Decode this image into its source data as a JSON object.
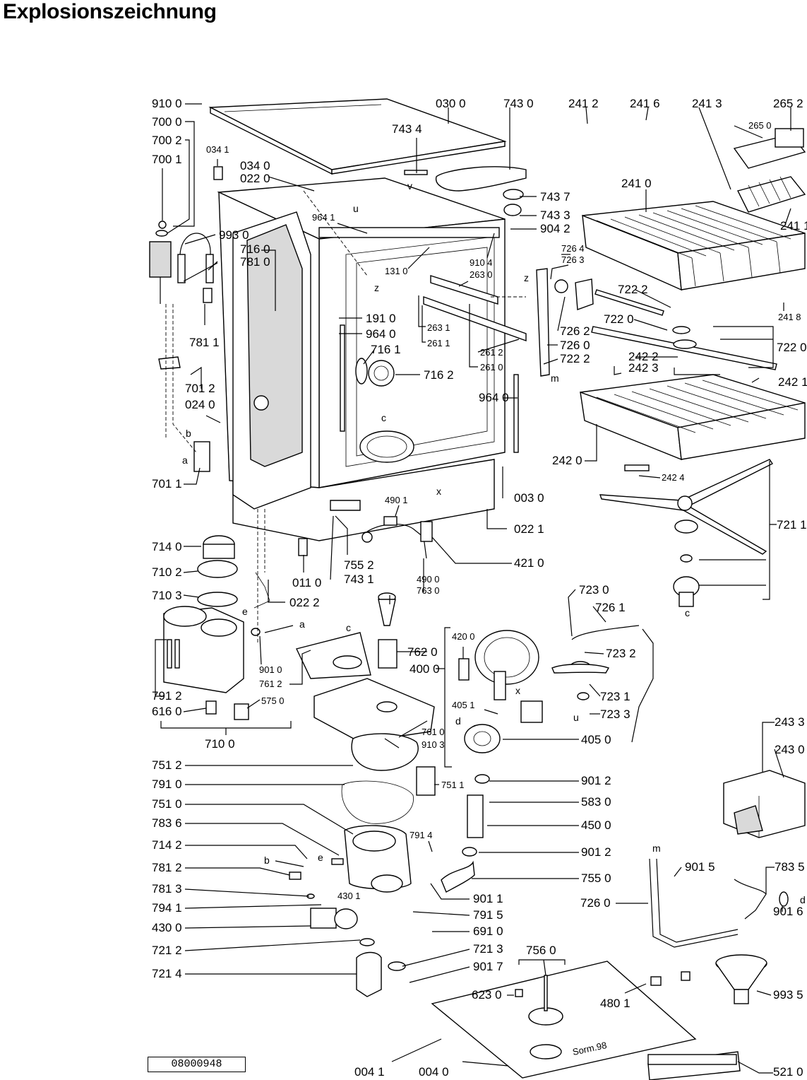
{
  "title": "Explosionszeichnung",
  "document_number": "08000948",
  "signature": "Sorm.98",
  "letters": [
    "a",
    "b",
    "c",
    "d",
    "e",
    "m",
    "u",
    "v",
    "x",
    "z"
  ],
  "labels": {
    "p9100": "910 0",
    "p7000": "700 0",
    "p7002": "700 2",
    "p7001": "700 1",
    "p0341": "034 1",
    "p0340": "034 0",
    "p0220": "022 0",
    "p0300": "030 0",
    "p7434": "743 4",
    "p7430": "743 0",
    "p2412": "241 2",
    "p2416": "241 6",
    "p2413": "241 3",
    "p2652": "265 2",
    "p2650": "265 0",
    "p7437": "743 7",
    "p7433": "743 3",
    "p9042": "904 2",
    "p9641": "964 1",
    "p9930": "993 0",
    "p7160": "716 0",
    "p7810": "781 0",
    "p1310": "131 0",
    "p9104": "910 4",
    "p2630": "263 0",
    "p7264": "726 4",
    "p7263": "726 3",
    "p2410": "241 0",
    "p2411": "241 1",
    "p7222": "722 2",
    "p7220a": "722 0",
    "p2418": "241 8",
    "p7220b": "722 0",
    "p7811": "781 1",
    "p1910": "191 0",
    "p9640a": "964 0",
    "p2631": "263 1",
    "p2611": "261 1",
    "p7161": "716 1",
    "p2612": "261 2",
    "p2610": "261 0",
    "p7262": "726 2",
    "p7260a": "726 0",
    "p7222b": "722 2",
    "p2422": "242 2",
    "p2423": "242 3",
    "p2421": "242 1",
    "p7012": "701 2",
    "p0240": "024 0",
    "p7162": "716 2",
    "p9640b": "964 0",
    "p2420": "242 0",
    "p2424": "242 4",
    "p7011": "701 1",
    "p0030": "003 0",
    "p4901": "490 1",
    "p0221": "022 1",
    "p7211": "721 1",
    "p7140": "714 0",
    "p7552": "755 2",
    "p7431": "743 1",
    "p4210": "421 0",
    "p7102": "710 2",
    "p0110": "011 0",
    "p4900": "490 0",
    "p7630": "763 0",
    "p7230": "723 0",
    "p7103": "710 3",
    "p0222": "022 2",
    "p7261": "726 1",
    "p4200": "420 0",
    "p7620": "762 0",
    "p7232": "723 2",
    "p9010": "901 0",
    "p7612": "761 2",
    "p4000": "400 0",
    "p7912": "791 2",
    "p5750": "575 0",
    "p6160": "616 0",
    "p4051": "405 1",
    "p7231": "723 1",
    "p7233": "723 3",
    "p7610": "761 0",
    "p9103": "910 3",
    "p7100": "710 0",
    "p4050": "405 0",
    "p2433": "243 3",
    "p2430": "243 0",
    "p7512": "751 2",
    "p7511": "751 1",
    "p9012a": "901 2",
    "p7910": "791 0",
    "p5830": "583 0",
    "p7510": "751 0",
    "p4500": "450 0",
    "p7836": "783 6",
    "p7914": "791 4",
    "p9012b": "901 2",
    "p7142": "714 2",
    "p7550": "755 0",
    "p9015": "901 5",
    "p7835": "783 5",
    "p7812": "781 2",
    "p7813": "781 3",
    "p4301": "430 1",
    "p9011": "901 1",
    "p7260b": "726 0",
    "p7941": "794 1",
    "p7915": "791 5",
    "p9016": "901 6",
    "p4300": "430 0",
    "p6910": "691 0",
    "p7212": "721 2",
    "p7213": "721 3",
    "p7560": "756 0",
    "p7214": "721 4",
    "p9017": "901 7",
    "p4801": "480 1",
    "p9935": "993 5",
    "p6230": "623 0",
    "p0041": "004 1",
    "p0040": "004 0",
    "p5210": "521 0"
  }
}
